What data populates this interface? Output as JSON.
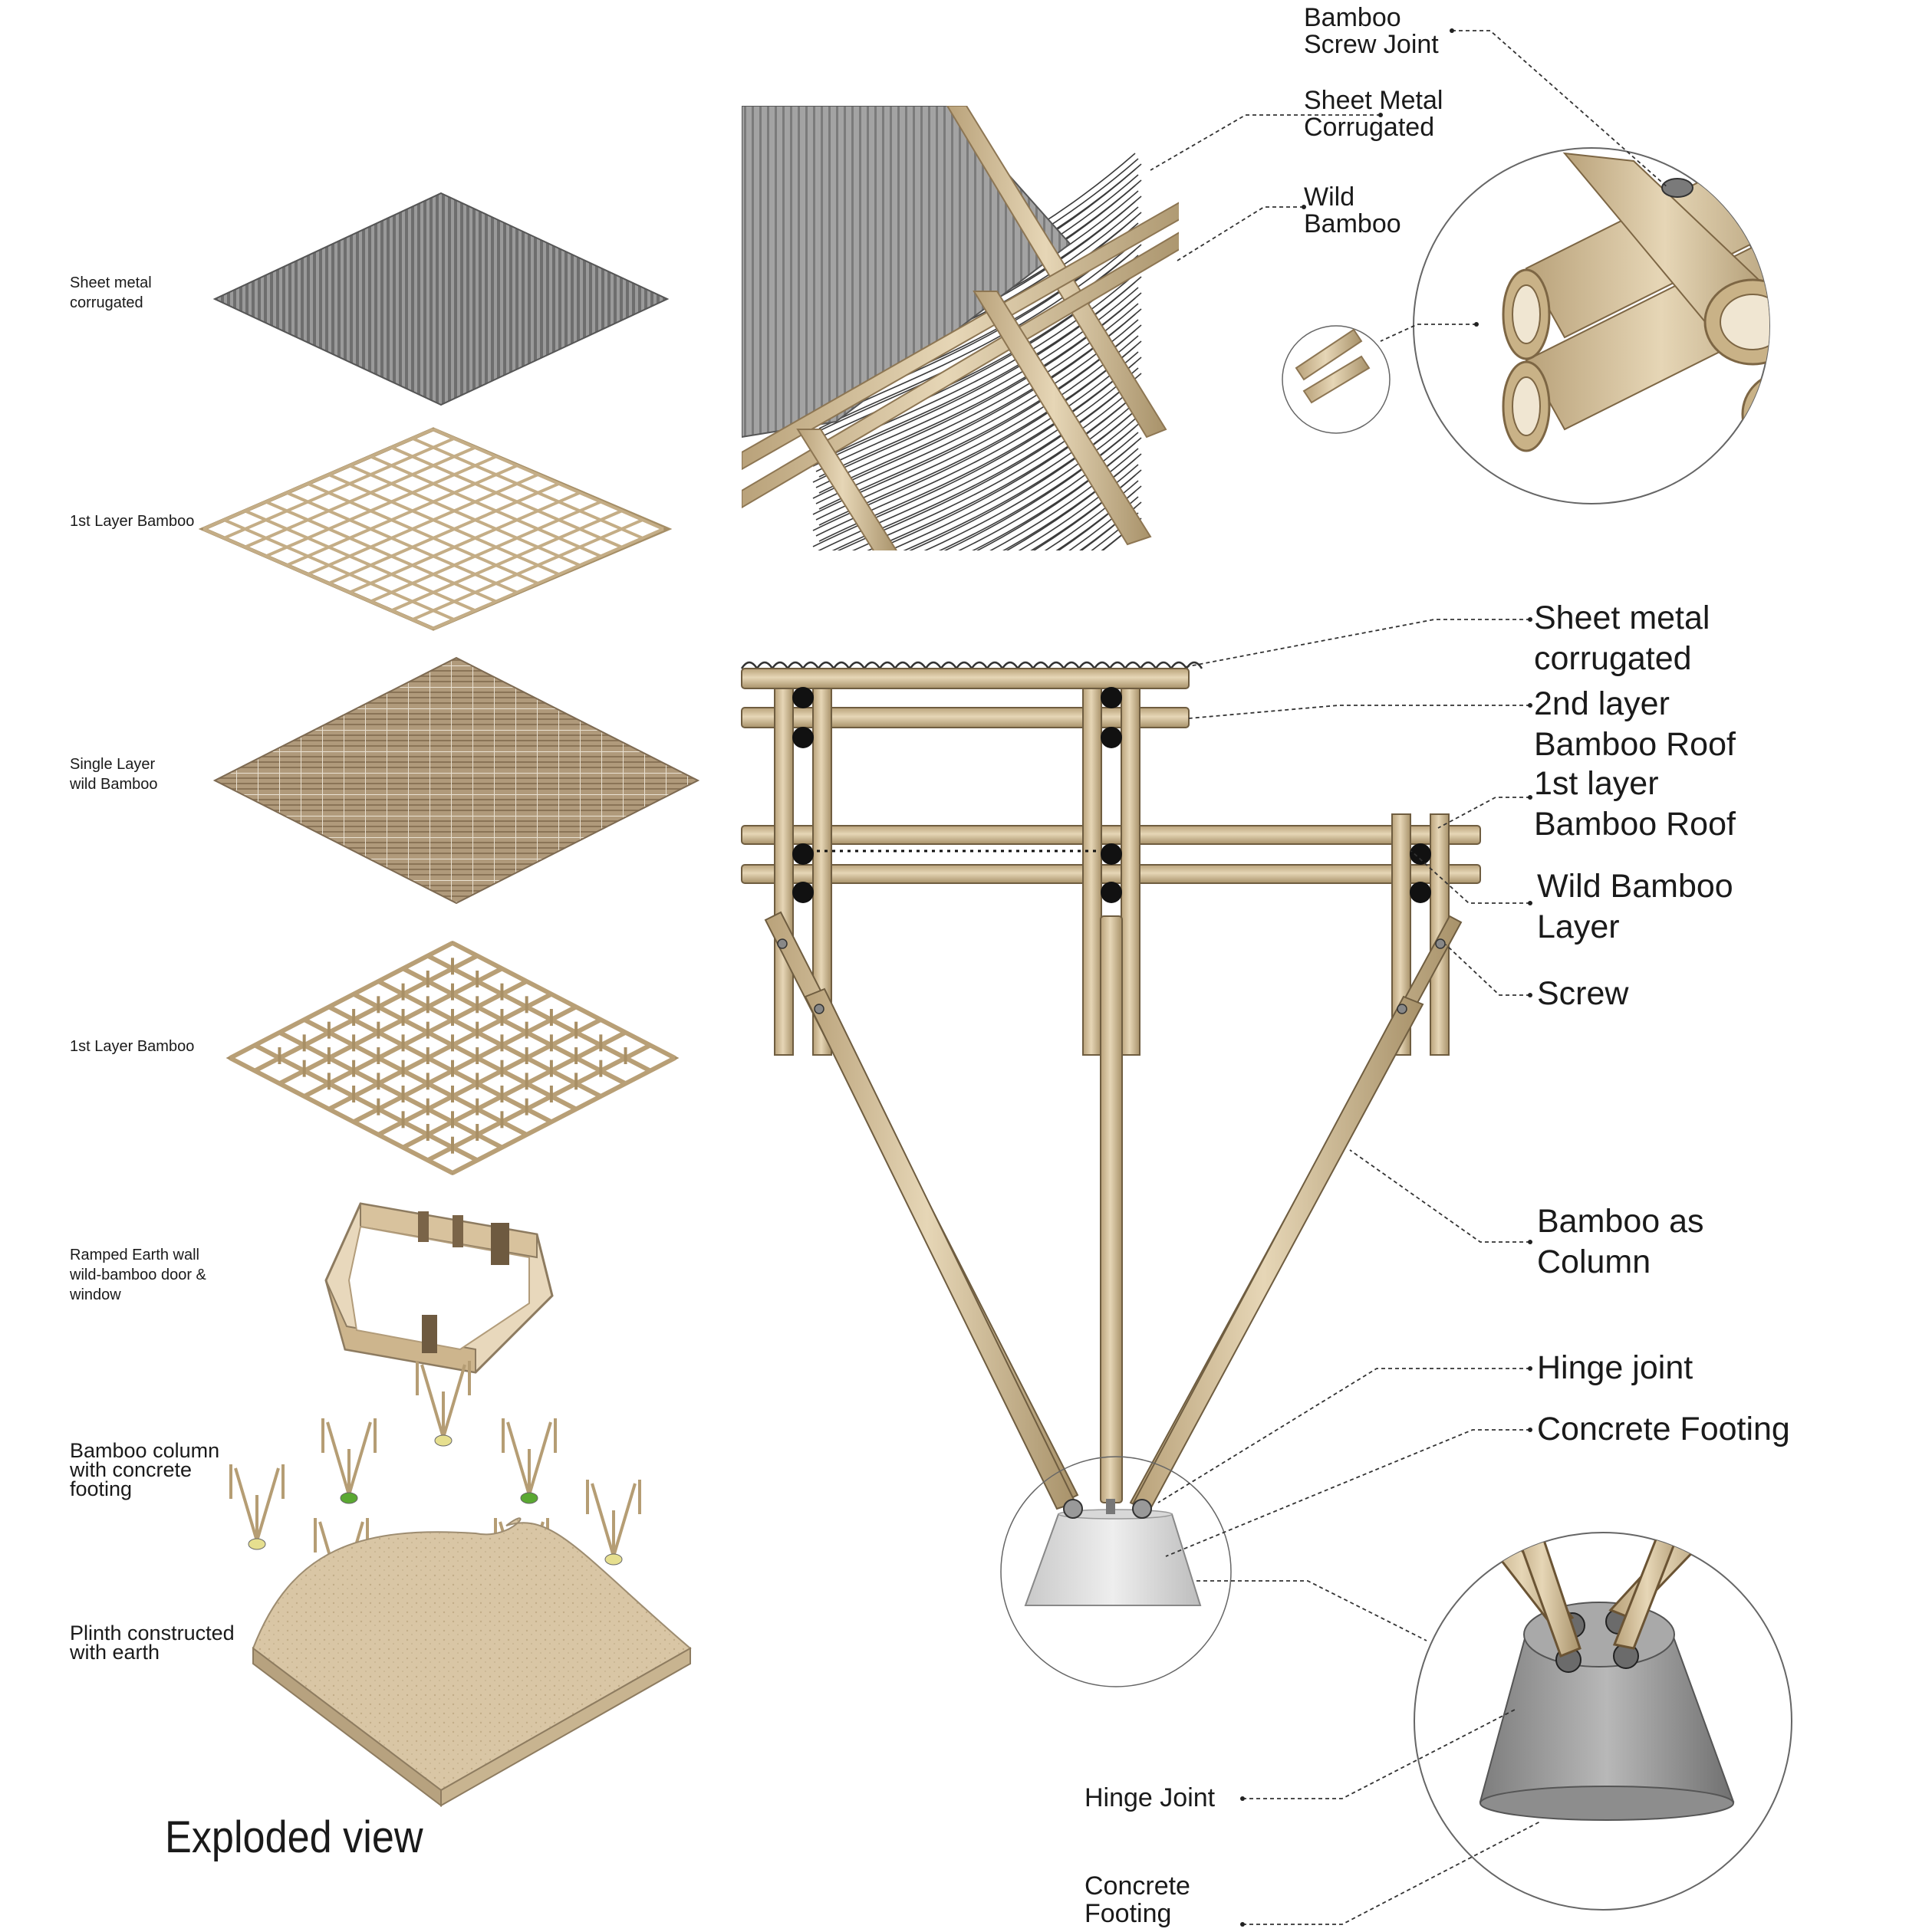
{
  "exploded": {
    "title": "Exploded view",
    "layers": [
      {
        "id": "sheet-metal",
        "label": "Sheet metal\ncorrugated"
      },
      {
        "id": "bamboo-1",
        "label": "1st Layer Bamboo"
      },
      {
        "id": "wild-bamboo",
        "label": "Single Layer\nwild Bamboo"
      },
      {
        "id": "bamboo-2",
        "label": "1st Layer Bamboo"
      },
      {
        "id": "earth-wall",
        "label": "Ramped Earth wall\nwild-bamboo door &\nwindow"
      },
      {
        "id": "columns",
        "label": "Bamboo column\nwith concrete\nfooting"
      },
      {
        "id": "plinth",
        "label": "Plinth constructed\nwith earth"
      }
    ]
  },
  "roof_detail": {
    "labels": [
      {
        "id": "screw-joint",
        "text": "Bamboo\nScrew Joint"
      },
      {
        "id": "sheet-metal",
        "text": "Sheet Metal\nCorrugated"
      },
      {
        "id": "wild-bamboo",
        "text": "Wild\nBamboo"
      }
    ]
  },
  "elevation": {
    "labels": [
      {
        "id": "sheet-metal",
        "text": "Sheet metal\ncorrugated"
      },
      {
        "id": "roof-2",
        "text": "2nd layer\nBamboo Roof"
      },
      {
        "id": "roof-1",
        "text": "1st layer\nBamboo Roof"
      },
      {
        "id": "wild-layer",
        "text": "Wild Bamboo\nLayer"
      },
      {
        "id": "screw",
        "text": "Screw"
      },
      {
        "id": "column",
        "text": "Bamboo as\nColumn"
      },
      {
        "id": "hinge",
        "text": "Hinge joint"
      },
      {
        "id": "footing",
        "text": "Concrete Footing"
      }
    ]
  },
  "footing_detail": {
    "labels": [
      {
        "id": "hinge",
        "text": "Hinge Joint"
      },
      {
        "id": "footing",
        "text": "Concrete\nFooting"
      }
    ]
  },
  "colors": {
    "bamboo": "#d7c3a0",
    "bamboo_dark": "#a08a63",
    "metal": "#8c8c8c",
    "earth": "#d9c6a5",
    "concrete": "#d3d3d3",
    "leader": "#333333"
  }
}
